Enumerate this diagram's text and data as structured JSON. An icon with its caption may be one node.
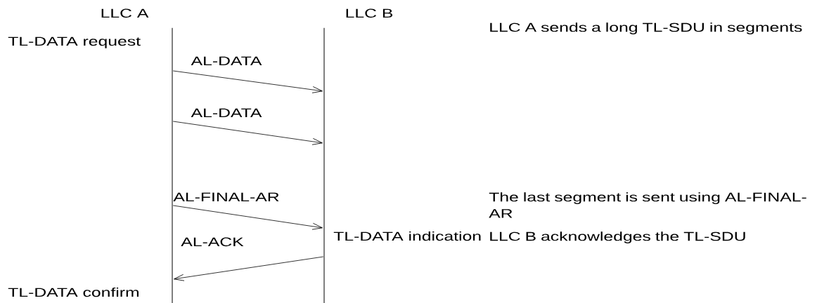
{
  "diagram": {
    "nodes": [
      {
        "text": [
          "LLC A"
        ]
      },
      {
        "text": [
          "LLC B"
        ]
      }
    ],
    "edges": [
      {
        "from": 0,
        "to": 1,
        "arrow": "to",
        "label": "AL-DATA"
      },
      {
        "from": 0,
        "to": 1,
        "arrow": "to",
        "label": "AL-DATA"
      },
      {
        "from": 0,
        "to": 1,
        "arrow": "to",
        "label": "AL-FINAL-AR"
      },
      {
        "from": 1,
        "to": 0,
        "arrow": "to",
        "label": "AL-ACK"
      }
    ],
    "labels": [
      "LLC A sends a long TL-SDU in segments",
      "TL-DATA request",
      "The last segment is sent using AL-FINAL-AR",
      "TL-DATA indication",
      "LLC B acknowledges the TL-SDU",
      "TL-DATA confirm"
    ]
  }
}
